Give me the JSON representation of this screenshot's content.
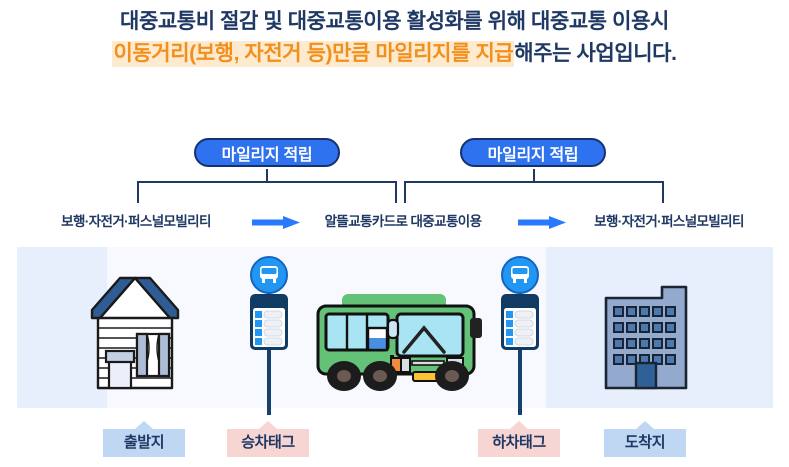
{
  "title": {
    "line1": "대중교통비 절감 및 대중교통이용 활성화를 위해 대중교통 이용시",
    "line2_highlight": "이동거리(보행, 자전거 등)만큼 마일리지를 지급",
    "line2_rest": "해주는 사업입니다."
  },
  "badges": {
    "left": "마일리지 적립",
    "right": "마일리지 적립"
  },
  "flow": {
    "step1": "보행·자전거·퍼스널모빌리티",
    "step2": "알뜰교통카드로 대중교통이용",
    "step3": "보행·자전거·퍼스널모빌리티",
    "arrow1": "arrow-right-icon",
    "arrow2": "arrow-right-icon"
  },
  "scene": {
    "house": "house-icon",
    "bus_stop_sign_1": "bus-stop-sign-icon",
    "bus": "bus-icon",
    "bus_stop_sign_2": "bus-stop-sign-icon",
    "building": "office-building-icon"
  },
  "tags": {
    "depart": "출발지",
    "board": "승차태그",
    "alight": "하차태그",
    "arrive": "도착지"
  },
  "colors": {
    "title_text": "#1F3864",
    "highlight_text": "#F2901E",
    "highlight_bg": "#FDEACF",
    "badge_bg": "#2E72F0",
    "badge_border": "#15326E",
    "arrow": "#2979FF",
    "panel_bg": "#E8EFFC",
    "panel_inner": "#F7F9FE",
    "tag_blue": "#BFD7F2",
    "tag_pink": "#F6D5D3",
    "pole": "#16406E",
    "bus_green": "#63C178",
    "building_blue": "#94A9CE",
    "roof_blue": "#2F5C94"
  }
}
